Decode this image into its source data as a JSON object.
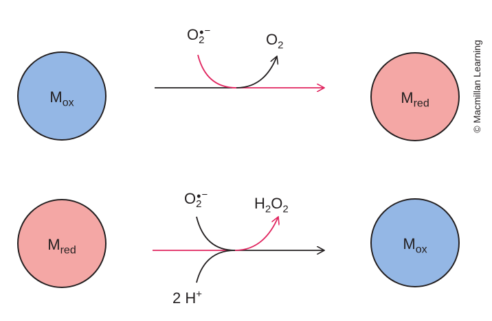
{
  "colors": {
    "oxidized_fill": "#94b7e5",
    "reduced_fill": "#f4a7a5",
    "outline": "#231f20",
    "accent_arrow": "#e0245e",
    "dark_arrow": "#231f20"
  },
  "reaction1": {
    "left_metal": {
      "base": "M",
      "sub": "ox"
    },
    "right_metal": {
      "base": "M",
      "sub": "red"
    },
    "reactant": {
      "base": "O",
      "sub": "2",
      "sup": "−"
    },
    "product": {
      "base": "O",
      "sub": "2"
    }
  },
  "reaction2": {
    "left_metal": {
      "base": "M",
      "sub": "red"
    },
    "right_metal": {
      "base": "M",
      "sub": "ox"
    },
    "reactant": {
      "base": "O",
      "sub": "2",
      "sup": "−"
    },
    "product": {
      "h": "H",
      "h_sub": "2",
      "o": "O",
      "o_sub": "2"
    },
    "protons": {
      "coef": "2 H",
      "sup": "+"
    }
  },
  "copyright": "© Macmillan Learning"
}
